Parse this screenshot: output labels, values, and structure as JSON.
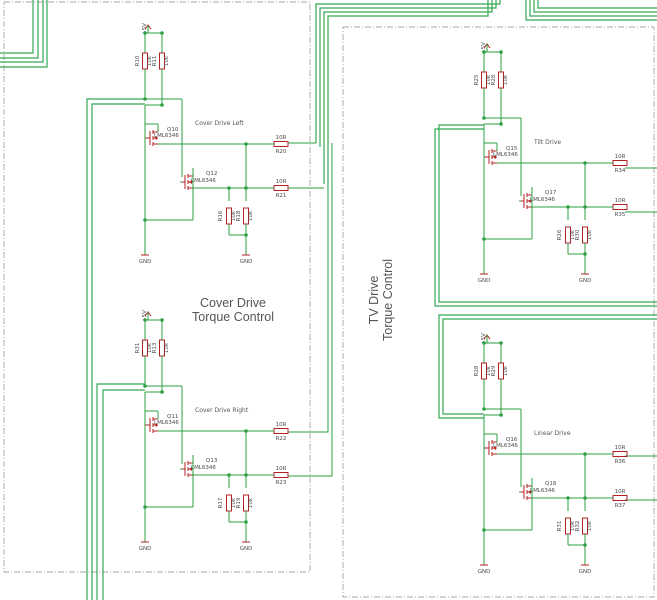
{
  "sections": [
    {
      "title_line1": "Cover Drive",
      "title_line2": "Torque Control"
    },
    {
      "title_line1": "TV Drive",
      "title_line2": "Torque Control"
    }
  ],
  "blocks": [
    {
      "note": "Cover Drive Left",
      "supply": "+5V",
      "pullups": [
        {
          "ref": "R10",
          "val": "10k"
        },
        {
          "ref": "R11",
          "val": "10k"
        }
      ],
      "q_top": {
        "ref": "Q10",
        "part": "LML6346"
      },
      "q_bot": {
        "ref": "Q12",
        "part": "LML6346"
      },
      "series": [
        {
          "ref": "R20",
          "val": "10R"
        },
        {
          "ref": "R21",
          "val": "10R"
        }
      ],
      "pulldowns": [
        {
          "ref": "R16",
          "val": "10k"
        },
        {
          "ref": "R18",
          "val": "10k"
        }
      ],
      "gnd": "GND"
    },
    {
      "note": "Cover Drive Right",
      "supply": "+5V",
      "pullups": [
        {
          "ref": "R31",
          "val": "10k"
        },
        {
          "ref": "R13",
          "val": "10k"
        }
      ],
      "q_top": {
        "ref": "Q11",
        "part": "LML6346"
      },
      "q_bot": {
        "ref": "Q13",
        "part": "LML6346"
      },
      "series": [
        {
          "ref": "R22",
          "val": "10R"
        },
        {
          "ref": "R23",
          "val": "10R"
        }
      ],
      "pulldowns": [
        {
          "ref": "R17",
          "val": "10k"
        },
        {
          "ref": "R19",
          "val": "10k"
        }
      ],
      "gnd": "GND"
    },
    {
      "note": "Tilt Drive",
      "supply": "+5V",
      "pullups": [
        {
          "ref": "R25",
          "val": "10k"
        },
        {
          "ref": "R28",
          "val": "10k"
        }
      ],
      "q_top": {
        "ref": "Q15",
        "part": "LML6346"
      },
      "q_bot": {
        "ref": "Q17",
        "part": "LML6346"
      },
      "series": [
        {
          "ref": "R34",
          "val": "10R"
        },
        {
          "ref": "R35",
          "val": "10R"
        }
      ],
      "pulldowns": [
        {
          "ref": "R26",
          "val": "10k"
        },
        {
          "ref": "R30",
          "val": "10k"
        }
      ],
      "gnd": "GND"
    },
    {
      "note": "Linear Drive",
      "supply": "+5V",
      "pullups": [
        {
          "ref": "R28",
          "val": "10k"
        },
        {
          "ref": "R29",
          "val": "10k"
        }
      ],
      "q_top": {
        "ref": "Q16",
        "part": "LML6346"
      },
      "q_bot": {
        "ref": "Q18",
        "part": "LML6346"
      },
      "series": [
        {
          "ref": "R36",
          "val": "10R"
        },
        {
          "ref": "R37",
          "val": "10R"
        }
      ],
      "pulldowns": [
        {
          "ref": "R31",
          "val": "10k"
        },
        {
          "ref": "R32",
          "val": "10k"
        }
      ],
      "gnd": "GND"
    }
  ]
}
